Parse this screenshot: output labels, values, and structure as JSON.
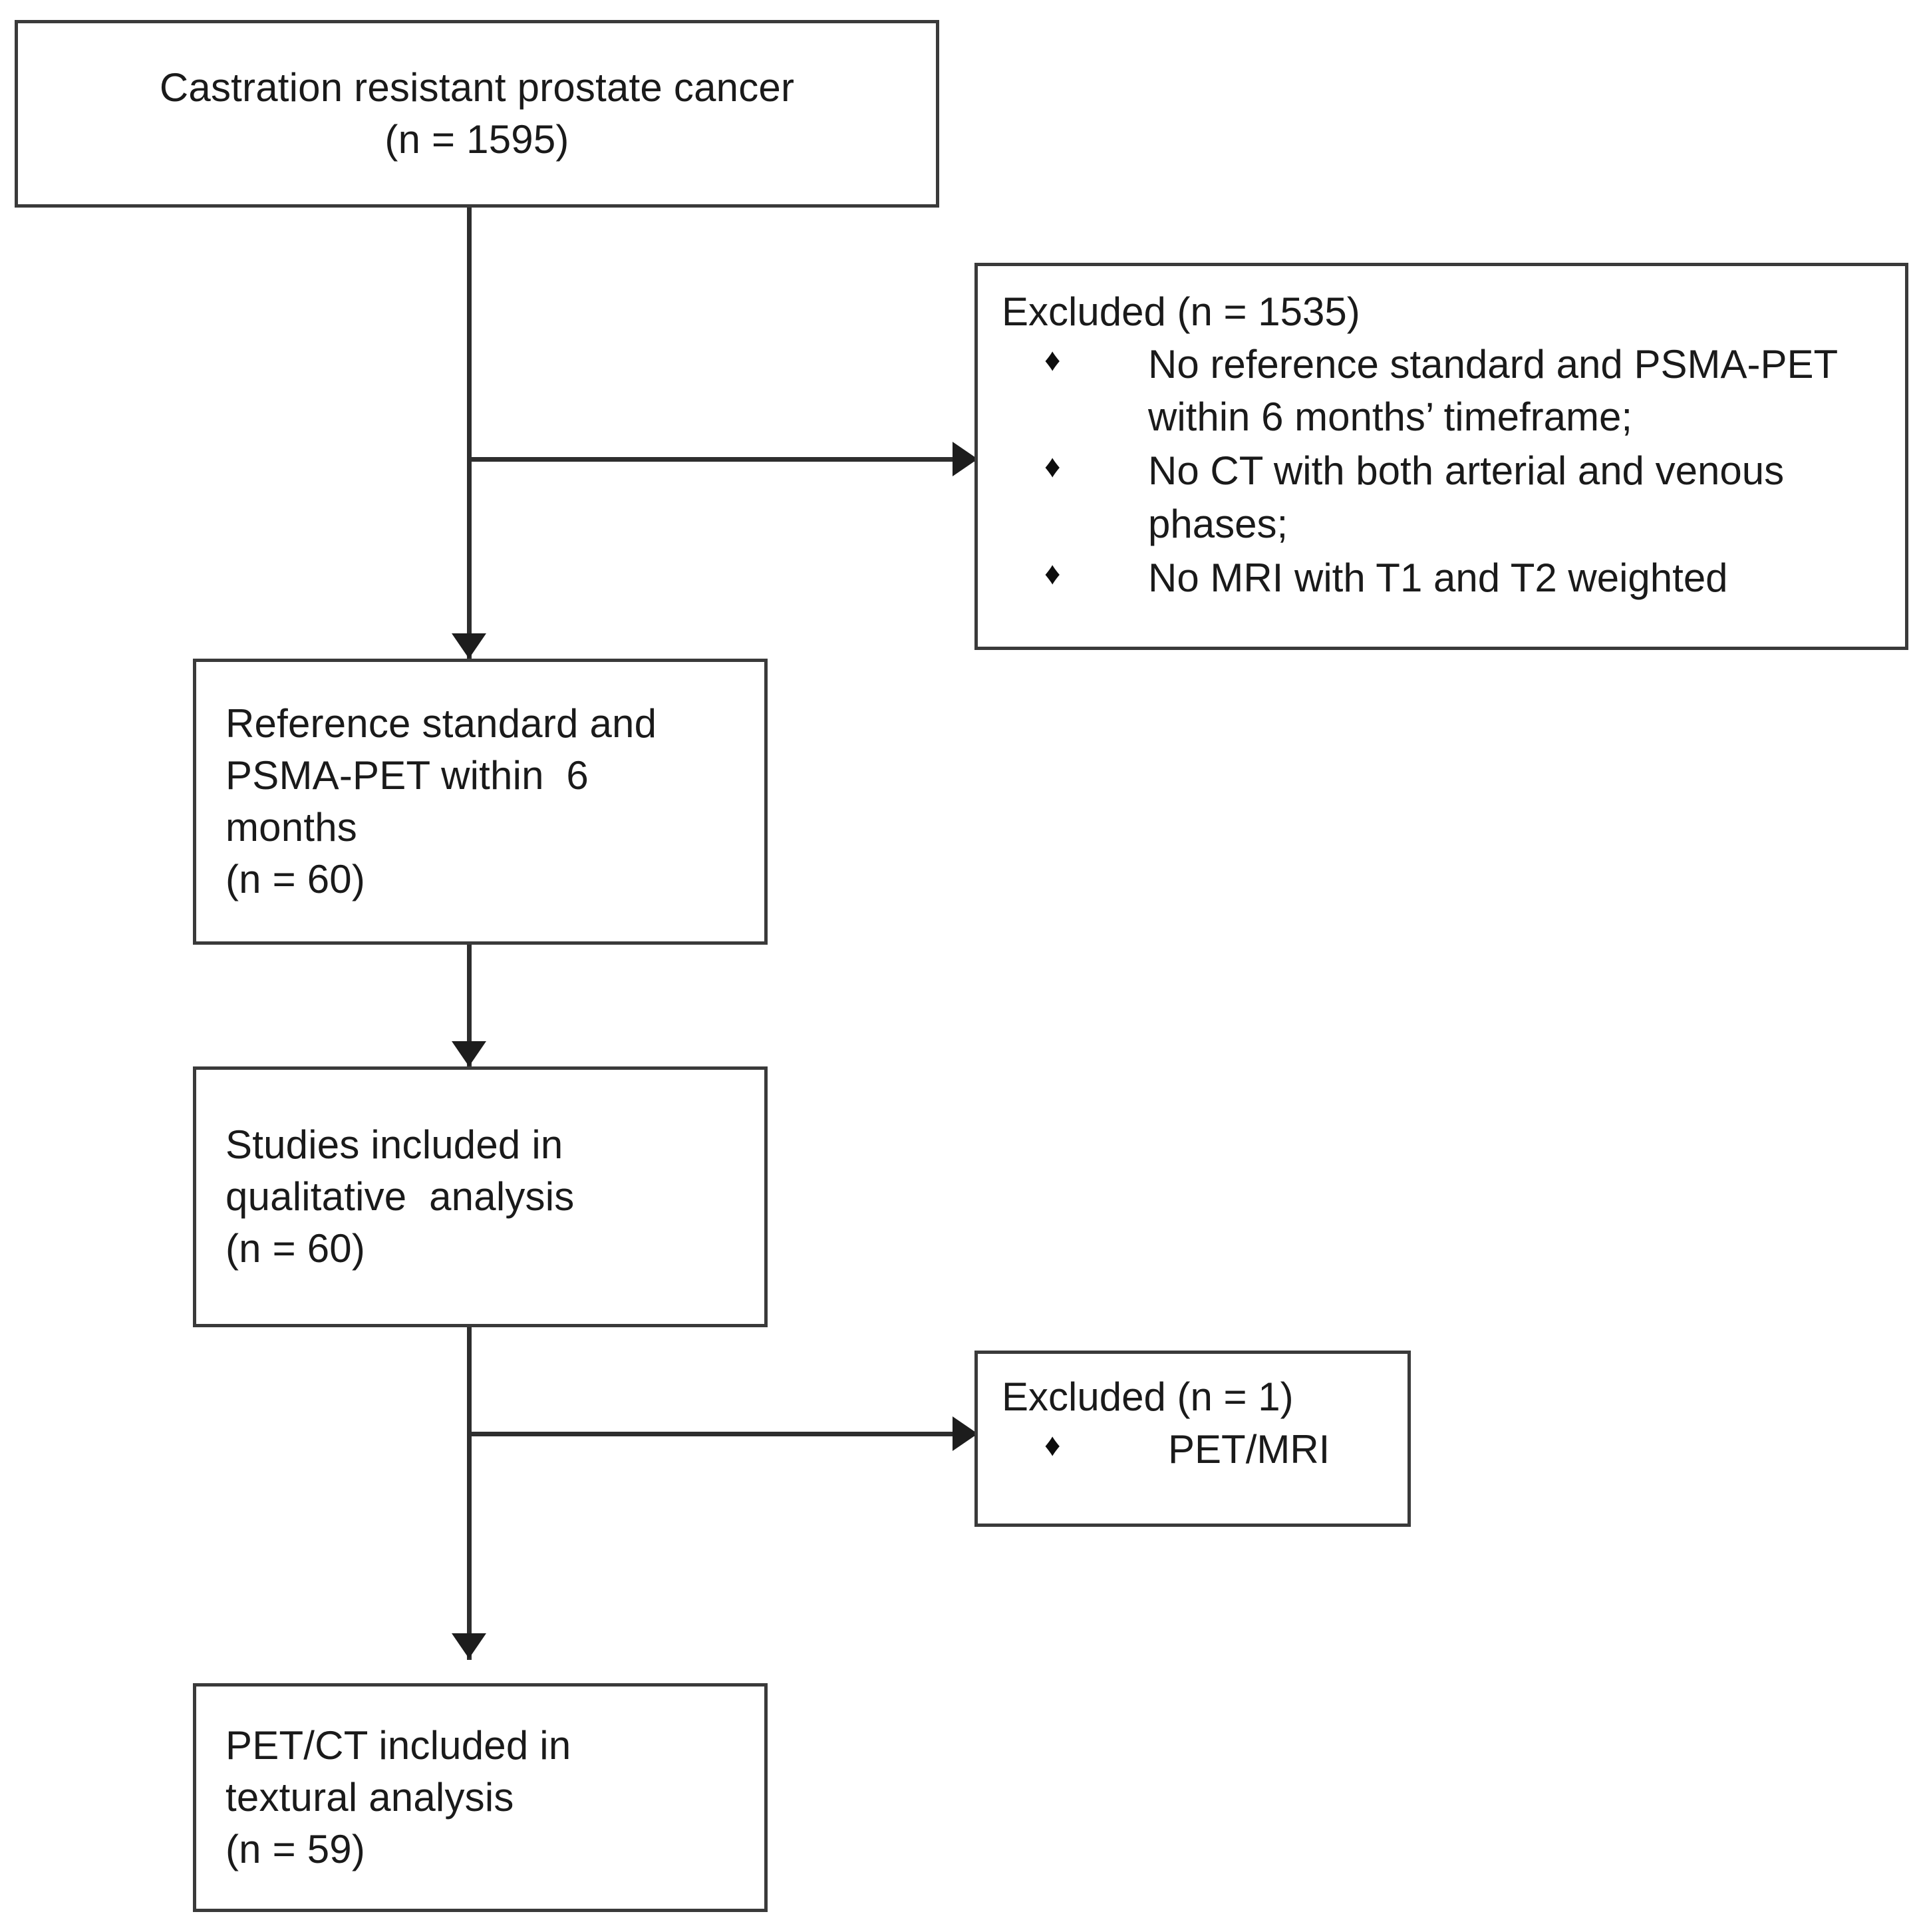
{
  "diagram": {
    "title": "PRISMA patient selection flow diagram",
    "type": "flowchart",
    "colors": {
      "box_border": "#3a3a3a",
      "connector": "#2e2e2e",
      "text": "#1a1a1a",
      "background": "#ffffff"
    },
    "nodes": {
      "source": {
        "line1": "Castration resistant prostate cancer",
        "line2": "(n = 1595)",
        "count": 1595,
        "align": "center"
      },
      "reference": {
        "line1": "Reference standard and",
        "line2": "PSMA-PET within  6",
        "line3": "months",
        "line4": "(n = 60)",
        "count": 60,
        "align": "left"
      },
      "qualitative": {
        "line1": "Studies included in",
        "line2": "qualitative  analysis",
        "line3": "(n = 60)",
        "count": 60,
        "align": "left"
      },
      "final": {
        "line1": "PET/CT included in",
        "line2": "textural analysis",
        "line3": "(n = 59)",
        "count": 59,
        "align": "left"
      }
    },
    "excluded_1": {
      "title": "Excluded (n = 1535)",
      "count": 1535,
      "bullet_glyph": "♦",
      "items": [
        "No reference standard and PSMA-PET within 6 months’ timeframe;",
        "No CT with both arterial and venous phases;",
        "No MRI with T1 and T2 weighted"
      ]
    },
    "excluded_2": {
      "title": "Excluded (n = 1)",
      "count": 1,
      "bullet_glyph": "♦",
      "items": [
        "PET/MRI"
      ]
    }
  }
}
